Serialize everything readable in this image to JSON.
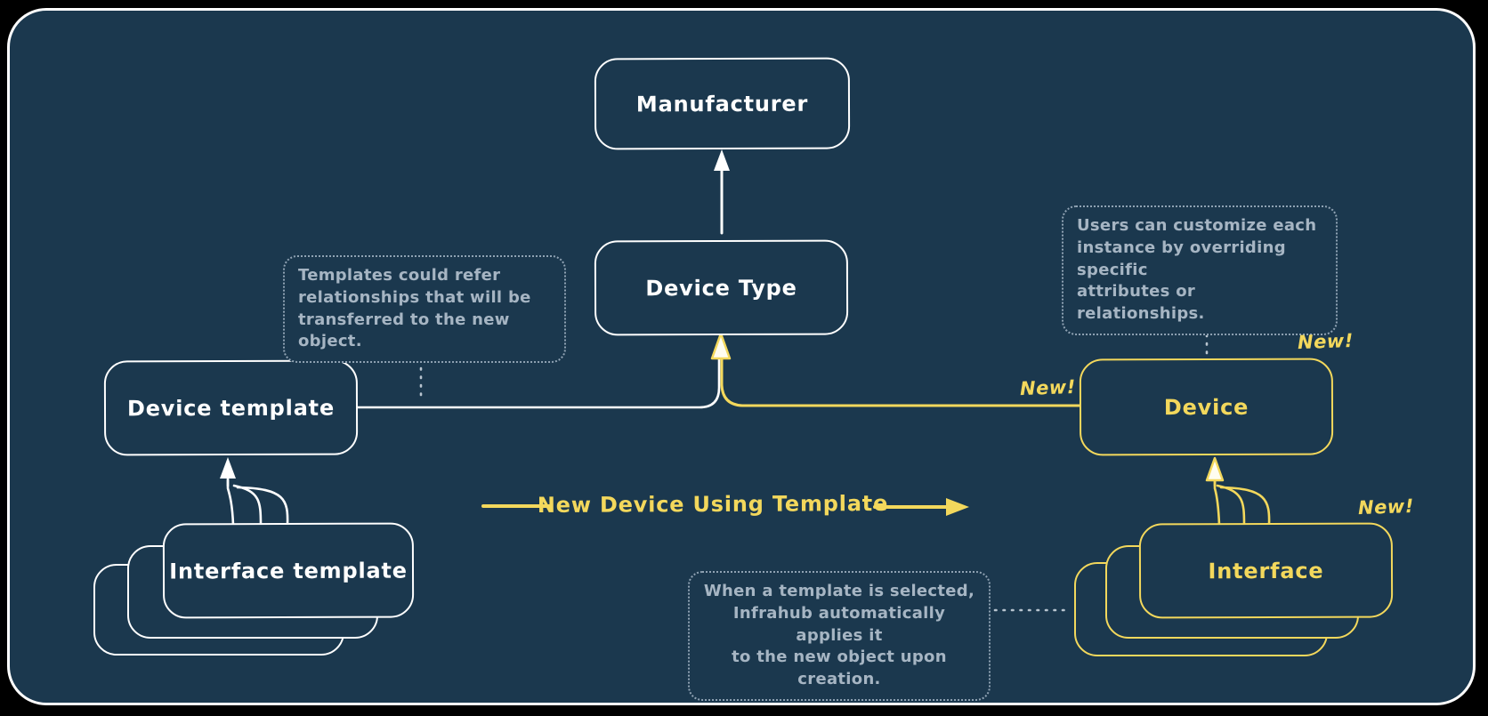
{
  "diagram": {
    "colors": {
      "background": "#1b384e",
      "frame_border": "#ffffff",
      "white_stroke": "#ffffff",
      "yellow_accent": "#f3d85c",
      "note_text": "#a6b5c3"
    },
    "nodes": {
      "manufacturer": {
        "label": "Manufacturer"
      },
      "device_type": {
        "label": "Device Type"
      },
      "device_template": {
        "label": "Device template"
      },
      "interface_template": {
        "label": "Interface template"
      },
      "device": {
        "label": "Device"
      },
      "interface": {
        "label": "Interface"
      }
    },
    "notes": {
      "templates": "Templates could refer\nrelationships that will be\ntransferred to the new object.",
      "customize": "Users can customize each\ninstance by overriding specific\nattributes or relationships.",
      "apply": "When a template is selected,\nInfrahub automatically applies it\nto the new object upon creation."
    },
    "badges": {
      "device_link": "New!",
      "device_corner": "New!",
      "interface_corner": "New!"
    },
    "flow_label": "New Device Using Template"
  }
}
